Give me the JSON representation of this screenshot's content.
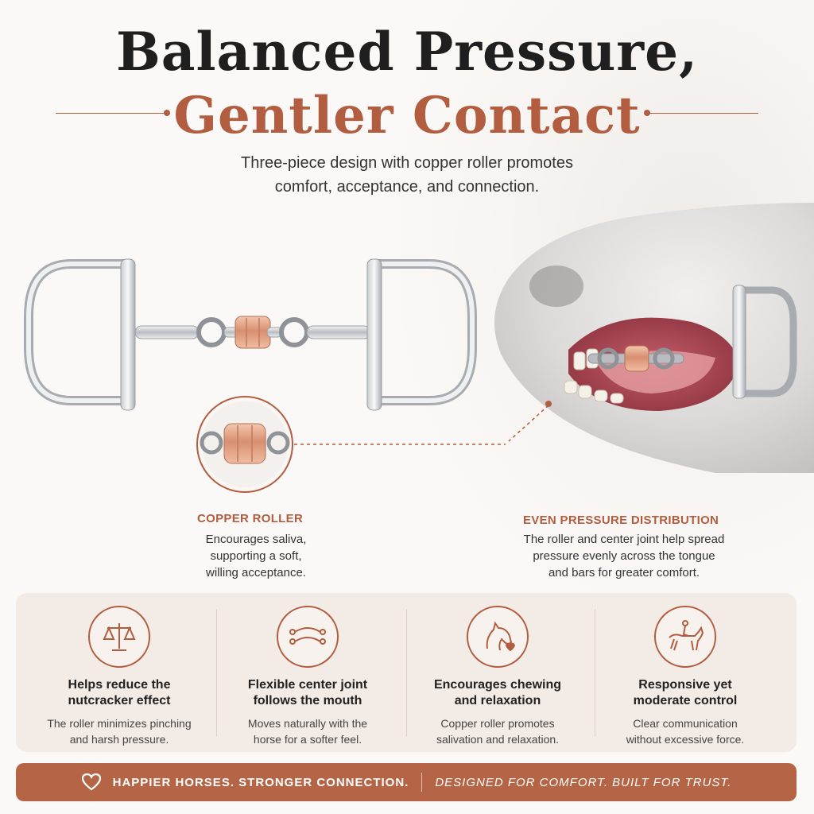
{
  "header": {
    "title_line1": "Balanced Pressure,",
    "title_line2": "Gentler Contact",
    "subtitle_line1": "Three-piece design with copper roller promotes",
    "subtitle_line2": "comfort, acceptance, and connection."
  },
  "callouts": {
    "left": {
      "title": "COPPER ROLLER",
      "lines": [
        "Encourages saliva,",
        "supporting a soft,",
        "willing acceptance."
      ]
    },
    "right": {
      "title": "EVEN PRESSURE DISTRIBUTION",
      "lines": [
        "The roller and center joint help spread",
        "pressure evenly across the tongue",
        "and bars for greater comfort."
      ]
    }
  },
  "benefits": [
    {
      "icon": "scales-icon",
      "title_lines": [
        "Helps reduce the",
        "nutcracker effect"
      ],
      "text_lines": [
        "The roller minimizes pinching",
        "and harsh pressure."
      ]
    },
    {
      "icon": "flexible-joint-icon",
      "title_lines": [
        "Flexible center joint",
        "follows the mouth"
      ],
      "text_lines": [
        "Moves naturally with the",
        "horse for a softer feel."
      ]
    },
    {
      "icon": "horse-heart-icon",
      "title_lines": [
        "Encourages chewing",
        "and relaxation"
      ],
      "text_lines": [
        "Copper roller promotes",
        "salivation and relaxation."
      ]
    },
    {
      "icon": "rider-icon",
      "title_lines": [
        "Responsive yet",
        "moderate control"
      ],
      "text_lines": [
        "Clear communication",
        "without excessive force."
      ]
    }
  ],
  "banner": {
    "left": "HAPPIER HORSES. STRONGER CONNECTION.",
    "right": "DESIGNED FOR COMFORT. BUILT FOR TRUST."
  },
  "colors": {
    "accent": "#b25d3f",
    "banner": "#b56546",
    "panel": "#f3ebe6",
    "copper": "#d9987a"
  }
}
